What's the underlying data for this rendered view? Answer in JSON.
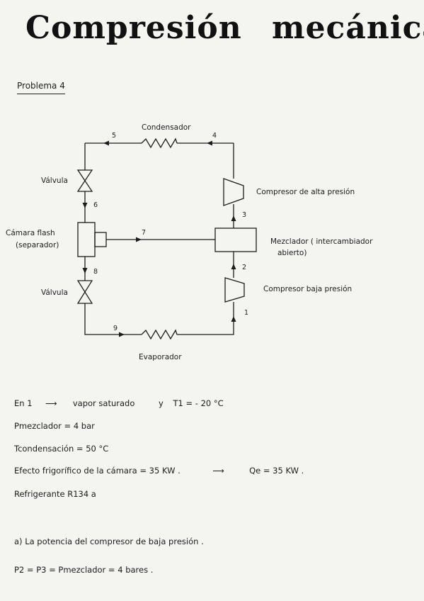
{
  "title": "Compresión mecánica",
  "problem_label": "Problema 4",
  "diagram": {
    "condenser": "Condensador",
    "evaporator": "Evaporador",
    "valve_top": "Válvula",
    "valve_bottom": "Válvula",
    "flash_line1": "Cámara flash",
    "flash_line2": "(separador)",
    "mixer_line1": "Mezclador ( intercambiador",
    "mixer_line2": "abierto)",
    "high_compressor": "Compresor de alta presión",
    "low_compressor": "Compresor baja presión",
    "states": [
      "1",
      "2",
      "3",
      "4",
      "5",
      "6",
      "7",
      "8",
      "9"
    ]
  },
  "data_lines": {
    "l1_a": "En 1",
    "l1_b": "vapor saturado",
    "l1_c": "y",
    "l1_d": "T1 = - 20 °C",
    "l2": "Pmezclador = 4 bar",
    "l3": "Tcondensación = 50 °C",
    "l4_a": "Efecto frigorífico de la cámara = 35 KW .",
    "l4_b": "Qe = 35 KW .",
    "l5": "Refrigerante R134 a",
    "l6": "a) La potencia del compresor de baja presión .",
    "l7": "P2 = P3 = Pmezclador = 4 bares ."
  }
}
